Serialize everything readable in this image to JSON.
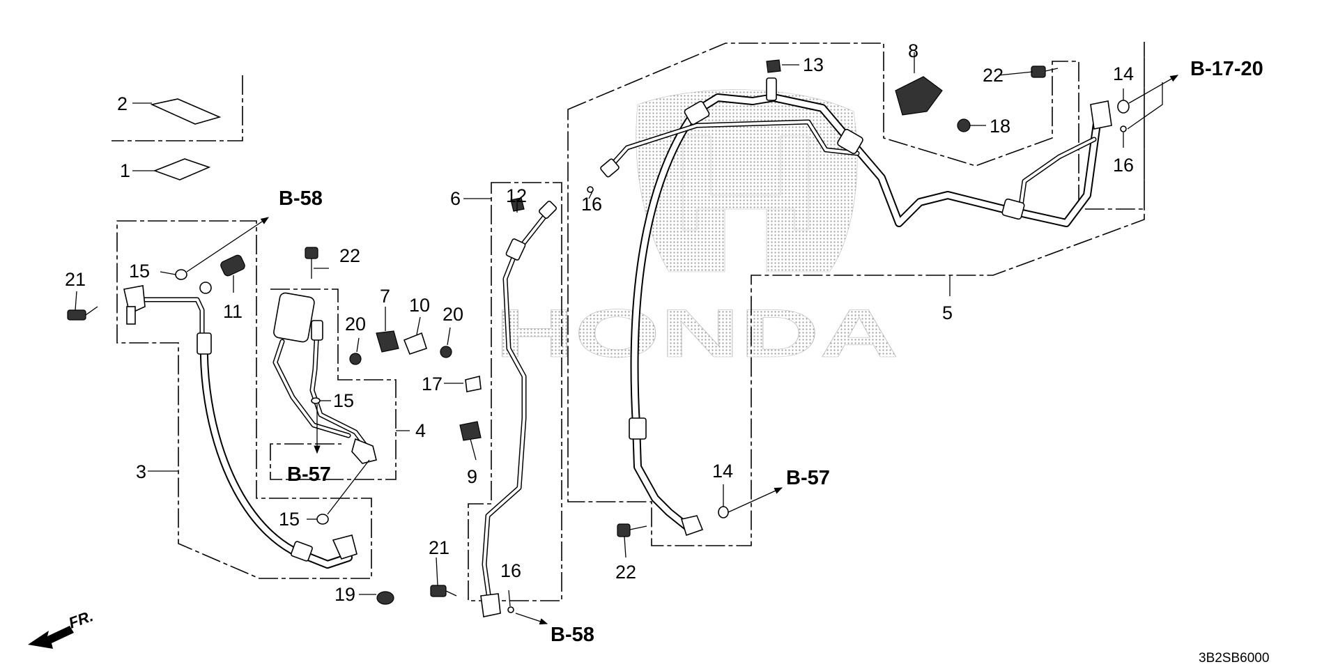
{
  "diagram_code": "3B2SB6000",
  "front_marker": "FR.",
  "brand_watermark": "HONDA",
  "callouts": [
    {
      "id": "c1",
      "text": "1"
    },
    {
      "id": "c2",
      "text": "2"
    },
    {
      "id": "c3",
      "text": "3"
    },
    {
      "id": "c4",
      "text": "4"
    },
    {
      "id": "c5",
      "text": "5"
    },
    {
      "id": "c6",
      "text": "6"
    },
    {
      "id": "c7",
      "text": "7"
    },
    {
      "id": "c8",
      "text": "8"
    },
    {
      "id": "c9",
      "text": "9"
    },
    {
      "id": "c10",
      "text": "10"
    },
    {
      "id": "c11",
      "text": "11"
    },
    {
      "id": "c12",
      "text": "12"
    },
    {
      "id": "c13",
      "text": "13"
    },
    {
      "id": "c14a",
      "text": "14"
    },
    {
      "id": "c14b",
      "text": "14"
    },
    {
      "id": "c15a",
      "text": "15"
    },
    {
      "id": "c15b",
      "text": "15"
    },
    {
      "id": "c15c",
      "text": "15"
    },
    {
      "id": "c16a",
      "text": "16"
    },
    {
      "id": "c16b",
      "text": "16"
    },
    {
      "id": "c16c",
      "text": "16"
    },
    {
      "id": "c17",
      "text": "17"
    },
    {
      "id": "c18",
      "text": "18"
    },
    {
      "id": "c19",
      "text": "19"
    },
    {
      "id": "c20a",
      "text": "20"
    },
    {
      "id": "c20b",
      "text": "20"
    },
    {
      "id": "c21a",
      "text": "21"
    },
    {
      "id": "c21b",
      "text": "21"
    },
    {
      "id": "c22a",
      "text": "22"
    },
    {
      "id": "c22b",
      "text": "22"
    },
    {
      "id": "c22c",
      "text": "22"
    }
  ],
  "references": [
    {
      "id": "r58a",
      "text": "B-58"
    },
    {
      "id": "r58b",
      "text": "B-58"
    },
    {
      "id": "r57a",
      "text": "B-57"
    },
    {
      "id": "r57b",
      "text": "B-57"
    },
    {
      "id": "r1720",
      "text": "B-17-20"
    }
  ]
}
